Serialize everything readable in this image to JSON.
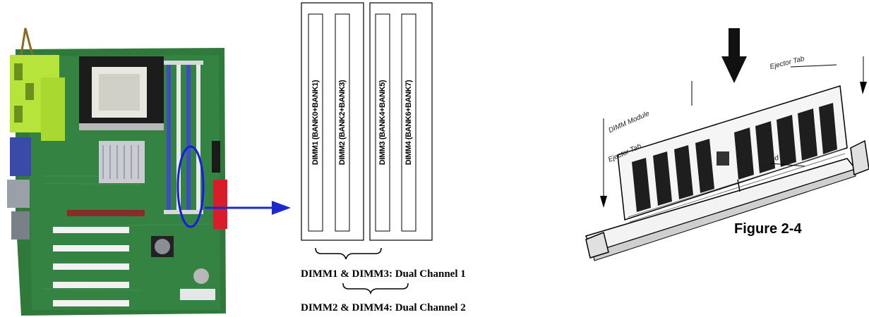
{
  "slots": [
    {
      "label": "DIMM1 (BANK0+BANK1)"
    },
    {
      "label": "DIMM2 (BANK2+BANK3)"
    },
    {
      "label": "DIMM3 (BANK4+BANK5)"
    },
    {
      "label": "DIMM4 (BANK6+BANK7)"
    }
  ],
  "captions": {
    "channel1": "DIMM1 & DIMM3: Dual Channel 1",
    "channel2": "DIMM2 & DIMM4: Dual Channel 2"
  },
  "illustration": {
    "figure_label": "Figure 2-4",
    "ejector_tab_top": "Ejector Tab",
    "dimm_module": "DIMM Module",
    "ejector_tab_left": "Ejector Tab",
    "keyed": "Keyed"
  },
  "colors": {
    "pcb_green": "#2f7a3a",
    "dimm_slot_blue": "#3d4fc0",
    "highlight_ellipse": "#1a1ae6",
    "arrow": "#1a2ad0",
    "connector_red": "#d81c2a",
    "io_lime": "#b6e43a"
  }
}
